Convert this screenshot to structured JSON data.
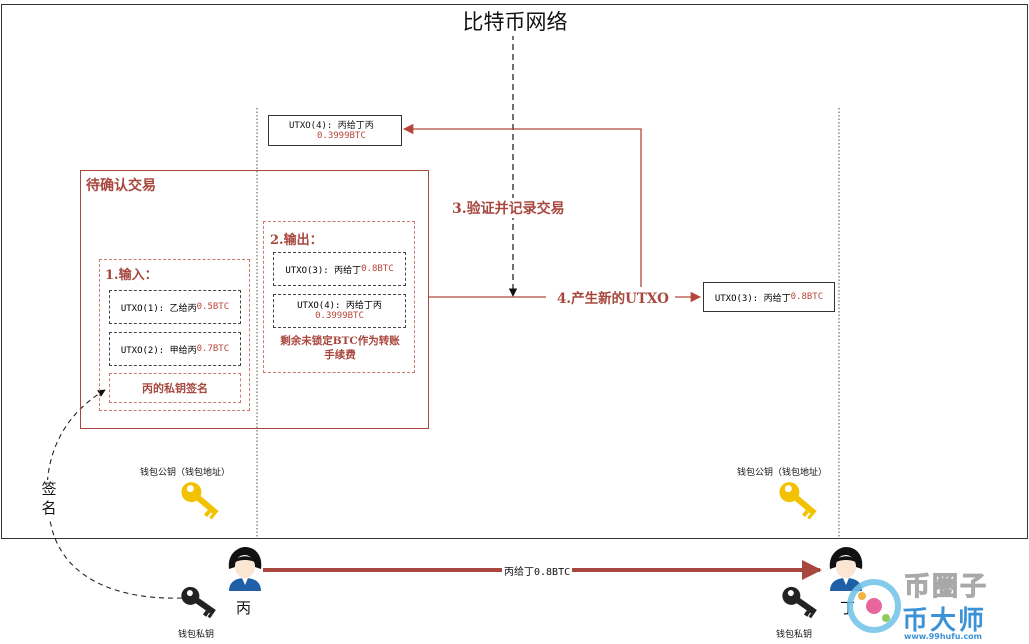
{
  "network_title": "比特币网络",
  "pending": {
    "title": "待确认交易",
    "inputs": {
      "title": "1.输入：",
      "items": [
        {
          "label": "UTXO(1): 乙给丙",
          "amount": "0.5BTC"
        },
        {
          "label": "UTXO(2): 甲给丙",
          "amount": "0.7BTC"
        }
      ],
      "signature": "丙的私钥签名"
    },
    "outputs": {
      "title": "2.输出：",
      "items": [
        {
          "label": "UTXO(3): 丙给丁",
          "amount": "0.8BTC"
        },
        {
          "label": "UTXO(4): 丙给丁丙",
          "amount": "0.3999BTC"
        }
      ],
      "fee_note": "剩余未锁定BTC作为转账手续费"
    }
  },
  "top_utxo": {
    "label": "UTXO(4): 丙给丁丙",
    "amount": "0.3999BTC"
  },
  "right_utxo": {
    "label": "UTXO(3): 丙给丁",
    "amount": "0.8BTC"
  },
  "step3": "3.验证并记录交易",
  "step4": "4.产生新的UTXO",
  "left_wallet": {
    "pubkey_label": "钱包公钥（钱包地址）",
    "privkey_label": "钱包私钥",
    "person": "丙",
    "sign_label": "签名"
  },
  "right_wallet": {
    "pubkey_label": "钱包公钥（钱包地址）",
    "privkey_label": "钱包私钥",
    "person": "丁"
  },
  "transfer_label": "丙给丁0.8BTC",
  "watermark": {
    "name": "币大师",
    "top": "币圈子",
    "url": "www.99hufu.com"
  },
  "colors": {
    "accent": "#a8473e",
    "key": "#f2c200",
    "frame": "#333333"
  }
}
